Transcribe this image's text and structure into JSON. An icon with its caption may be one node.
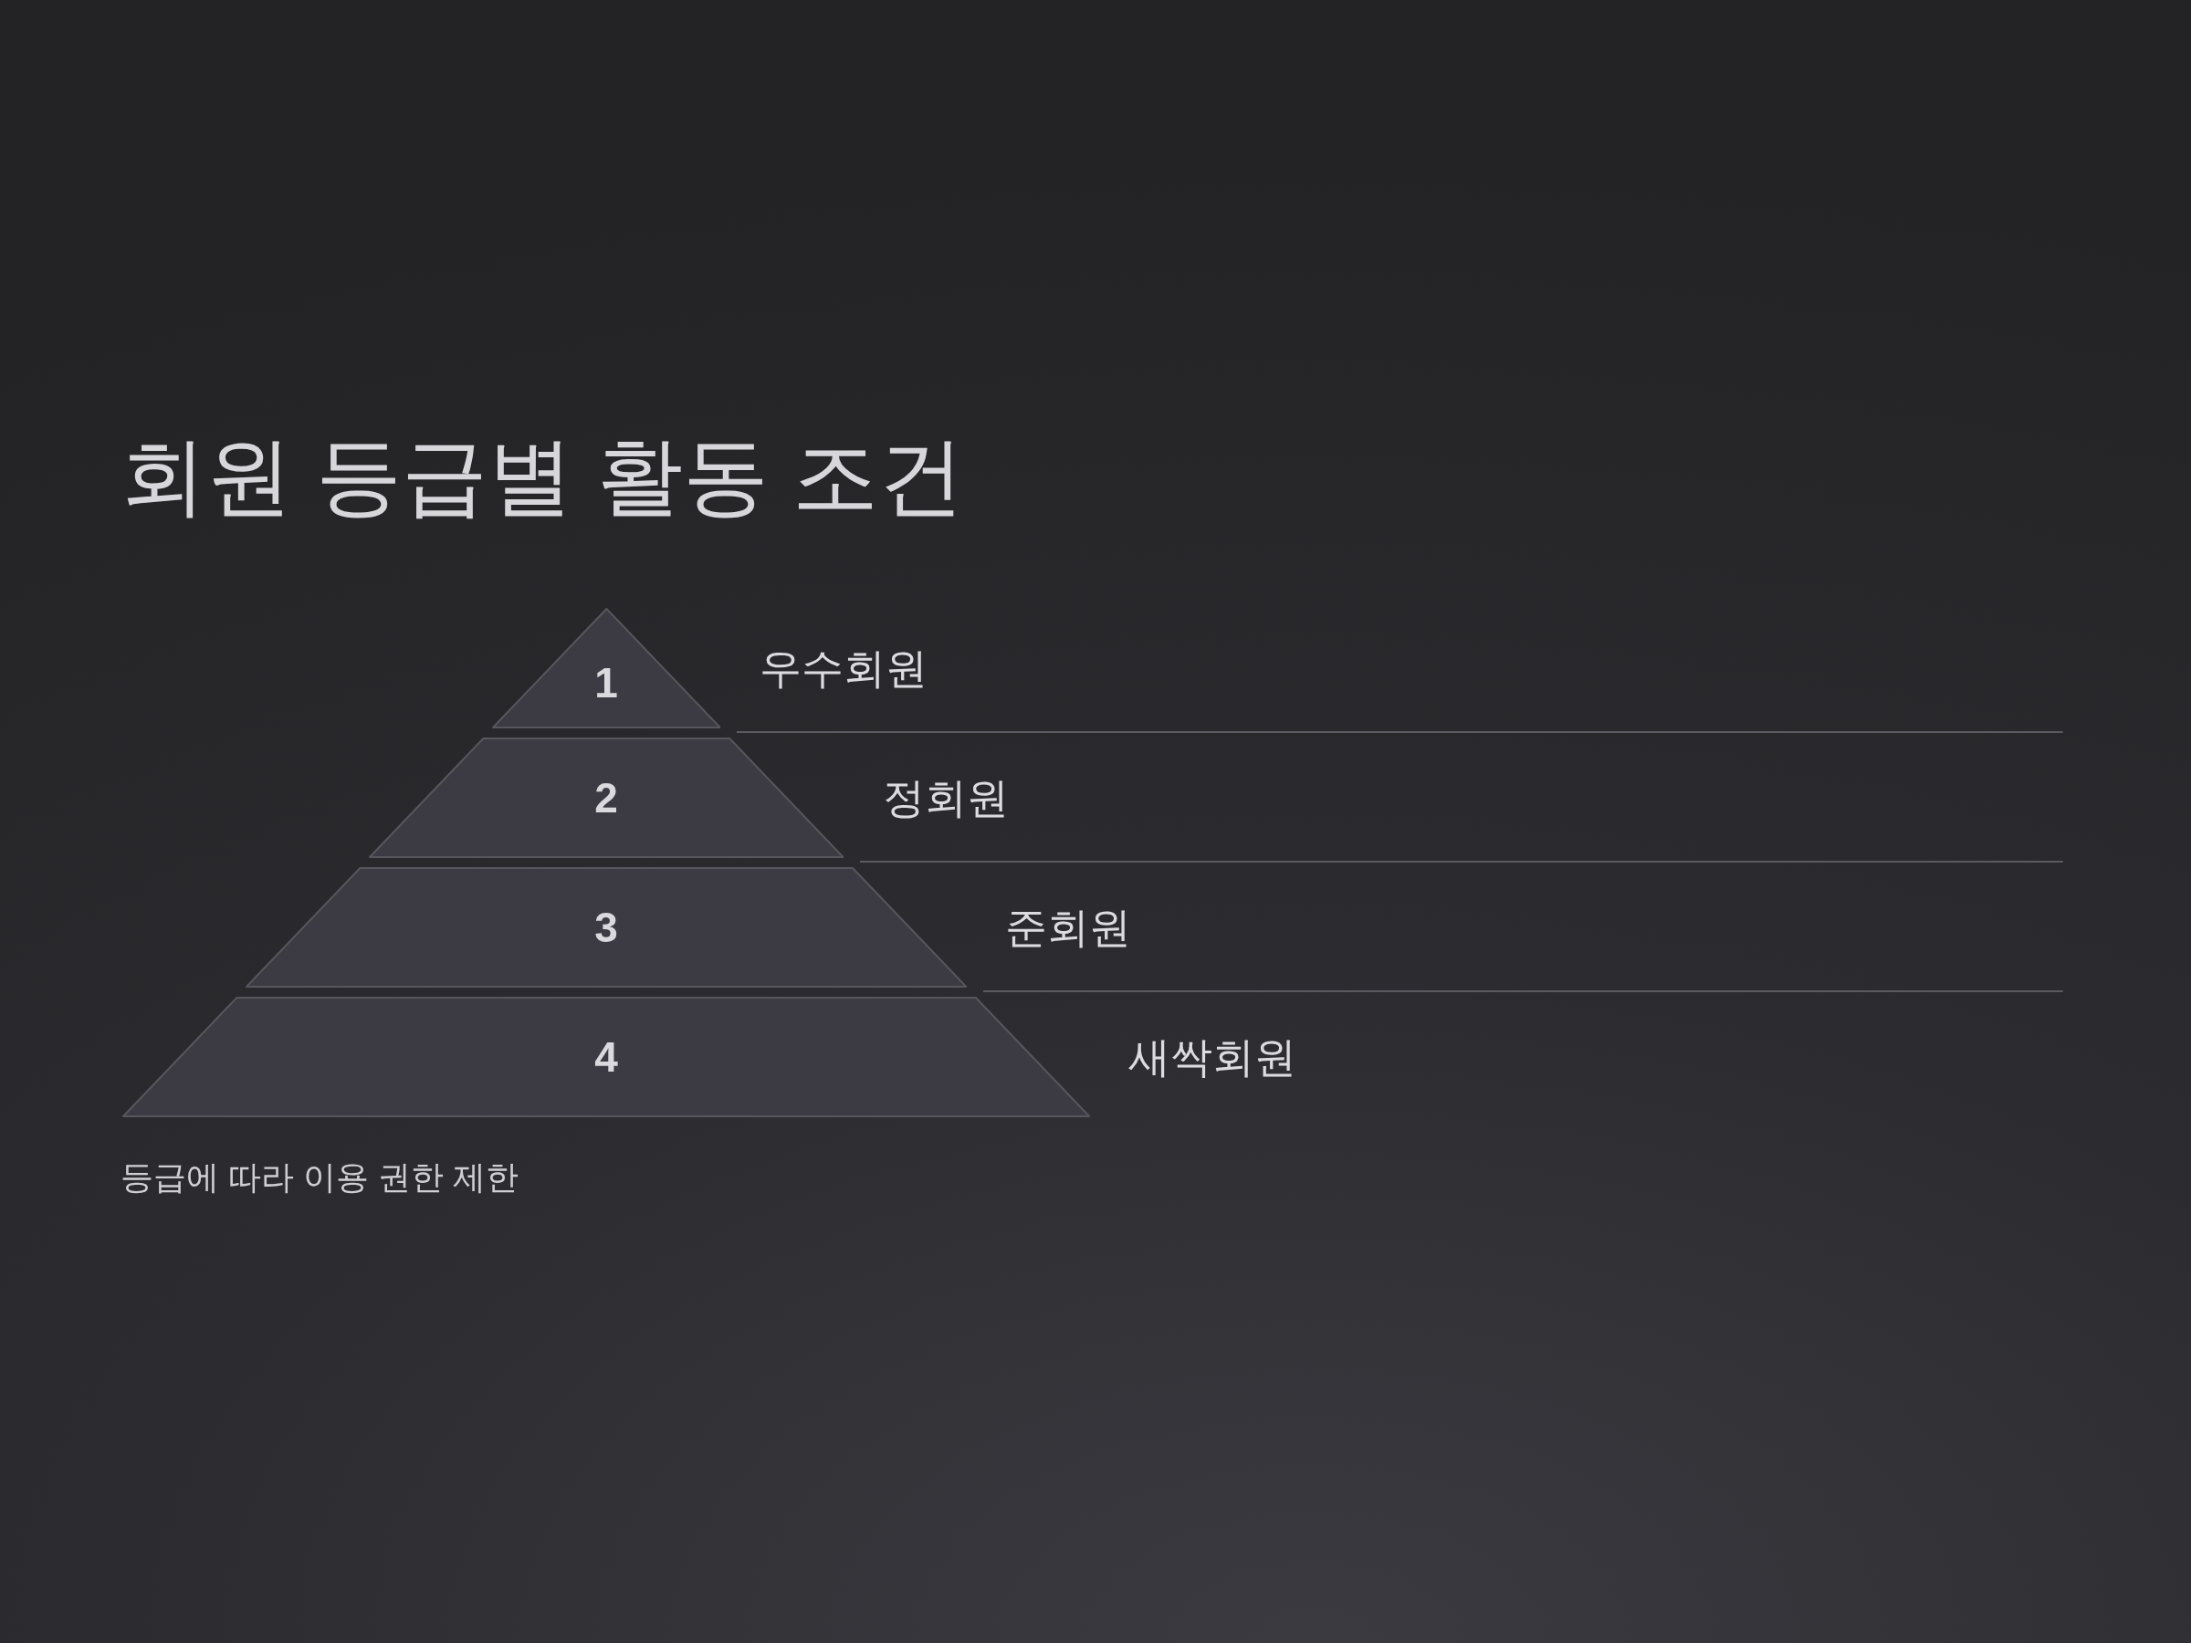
{
  "diagram": {
    "title": "회원 등급별 활동 조건",
    "caption": "등급에 따라 이용 권한 제한",
    "nodes": [
      {
        "text": [
          "1"
        ],
        "beside": [
          "우수회원"
        ]
      },
      {
        "text": [
          "2"
        ],
        "beside": [
          "정회원"
        ]
      },
      {
        "text": [
          "3"
        ],
        "beside": [
          "준회원"
        ]
      },
      {
        "text": [
          "4"
        ],
        "beside": [
          "새싹회원"
        ]
      }
    ]
  }
}
